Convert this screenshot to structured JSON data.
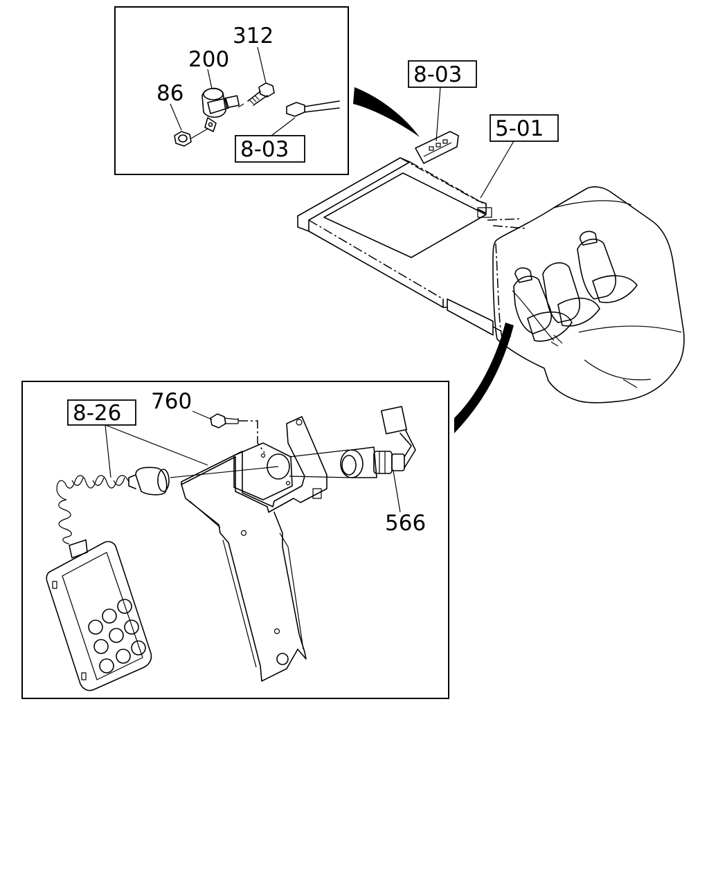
{
  "callouts": {
    "top_inset": {
      "part_312": "312",
      "part_200": "200",
      "part_86": "86",
      "ref_8_03": "8-03"
    },
    "main": {
      "ref_8_03": "8-03",
      "ref_5_01": "5-01"
    },
    "bottom_inset": {
      "part_760": "760",
      "ref_8_26": "8-26",
      "part_566": "566"
    }
  }
}
